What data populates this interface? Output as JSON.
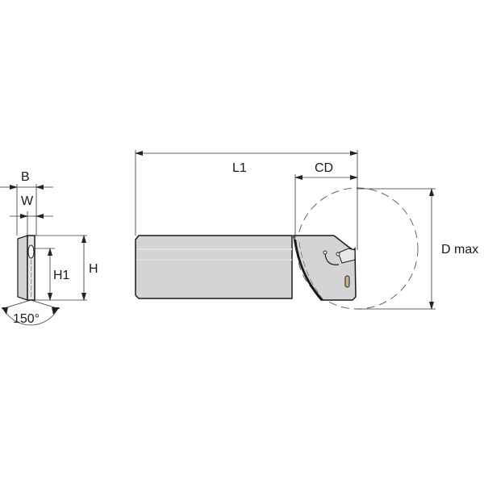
{
  "drawing": {
    "title": "Grooving / cut-off tool holder dimension drawing",
    "end_view": {
      "labels": {
        "B": "B",
        "W": "W",
        "H1": "H1",
        "H": "H",
        "angle": "150°"
      }
    },
    "side_view": {
      "labels": {
        "L1": "L1",
        "CD": "CD",
        "Dmax": "D max"
      }
    },
    "colors": {
      "body_fill": "#d4d4d4",
      "outline": "#1a1a1a",
      "dimension_line": "#333333",
      "screw_slot": "#c8b48c"
    }
  }
}
